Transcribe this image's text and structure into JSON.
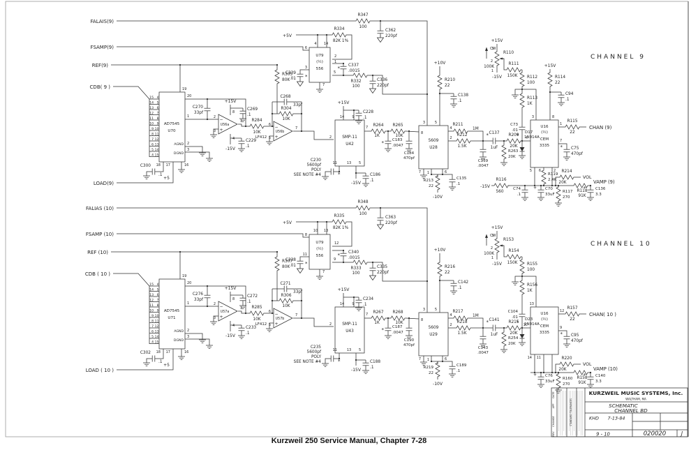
{
  "caption": "Kurzweil 250 Service Manual, Chapter 7-28",
  "marks": {
    "star": "*",
    "plus": "+",
    "minus": "−"
  },
  "power": {
    "p5v": "+5V",
    "p5": "+5",
    "p15": "+15V",
    "m15": "-15V",
    "p10": "+10V",
    "m10": "-10V",
    "cw": "CW"
  },
  "titleblock": {
    "company": "KURZWEIL MUSIC SYSTEMS, Inc.",
    "city": "WALTHAM, MA",
    "title1": "SCHEMATIC",
    "title2": "CHANNEL BD",
    "drawn": "KHD",
    "date": "7-13-84",
    "sheet": "9 - 10",
    "number": "020020",
    "rev": "J",
    "col_date": "DATE",
    "col_app": "APP",
    "col_change": "CHANGE",
    "col_rev": "REV",
    "tol": "STANDARD TOLERANCES"
  },
  "channels": [
    {
      "header": "CHANNEL 9",
      "signals": {
        "falais": "FALAIS(9)",
        "fsamp": "FSAMP(9)",
        "ref": "REF(9)",
        "cdb": "CDB( 9 )",
        "load": "LOAD(9)",
        "chan": "CHAN (9)",
        "vamp": "VAMP (9)",
        "vol": "VOL"
      },
      "ics": {
        "dac": [
          "AD7545",
          "U70"
        ],
        "opa": "U56a",
        "opb": "U56b",
        "lf": "LF412",
        "timer": [
          "U79",
          "(½)",
          "556"
        ],
        "smp": [
          "SMP-11",
          "U42"
        ],
        "sh": [
          "5609",
          "U28"
        ],
        "cem": [
          "U16",
          "(½)",
          "CEM",
          "3335"
        ]
      },
      "busL": [
        "15",
        "14",
        "13",
        "12",
        "11",
        "10",
        "9",
        "8",
        "7",
        "6",
        "5",
        "4"
      ],
      "busR": [
        "4",
        "5",
        "6",
        "7",
        "8",
        "9",
        "10",
        "11",
        "12",
        "13",
        "14",
        "15"
      ],
      "pins": {
        "dac19": "19",
        "dac20": "20",
        "dac1": "1",
        "agnd": "AGND",
        "agndn": "2",
        "dgnd": "DGND",
        "dgndn": "3",
        "dacb": [
          "18",
          "17",
          "16"
        ],
        "opaM": "2",
        "opaP": "3",
        "opaO": "1",
        "opaVp": "8",
        "opaVm": "4",
        "opbM": "6",
        "opbP": "5",
        "opbO": "7",
        "t6": "6",
        "t4": "4",
        "t14": "14",
        "t2": "2",
        "t1": "1",
        "t3": "3",
        "t5": "5",
        "t7": "7",
        "s14": "14",
        "s9": "9",
        "s2": "2",
        "s7": "7",
        "s11": "11",
        "s13": "13",
        "s5": "5",
        "h3": "3",
        "h5": "5",
        "h8": "8",
        "h4": "4",
        "h2": "2",
        "h7": "7",
        "h1": "1",
        "h6": "6",
        "cT1": "3",
        "cT2": "8",
        "cL": "4",
        "cO": "1",
        "cC": "7",
        "cB1": "5",
        "cB2": "6",
        "cB3": "2",
        "pot3": "3",
        "pot2": "2",
        "pot1": "1"
      },
      "parts": {
        "r347": [
          "R347",
          "100"
        ],
        "c362": [
          "C362",
          "220pf"
        ],
        "r334": [
          "R334",
          "82K 1%"
        ],
        "c337": [
          "C337",
          ".0015"
        ],
        "r332": [
          "R332",
          "100"
        ],
        "c336": [
          "C336",
          "220pf"
        ],
        "c339": [
          "C339",
          ".01"
        ],
        "c270": [
          "C270",
          "33pf"
        ],
        "c269": [
          "C269",
          ".1"
        ],
        "c229": [
          "C229",
          ".1"
        ],
        "r284": [
          "R284",
          "10K"
        ],
        "r305": [
          "R305",
          "80K"
        ],
        "c268": [
          "C268",
          "33pf"
        ],
        "r304": [
          "R304",
          "10K"
        ],
        "c300": [
          "C300",
          ".1"
        ],
        "c228": [
          "C228",
          ".1"
        ],
        "r264": [
          "R264",
          "1K"
        ],
        "r265": [
          "R265",
          "10K"
        ],
        "c183": [
          "C183",
          ".0047"
        ],
        "c184": [
          "C184",
          "470pf"
        ],
        "c230": [
          "C230",
          "5600pf",
          "POLY",
          "SEE NOTE #4"
        ],
        "c186": [
          "C186",
          ".1"
        ],
        "r210": [
          "R210",
          "22"
        ],
        "c138": [
          "C138",
          ".1"
        ],
        "r211": [
          "R211",
          "1M"
        ],
        "r212": [
          "R212",
          "1.5K"
        ],
        "c139": [
          "C139",
          ".0047"
        ],
        "c137": [
          "C137",
          "1uF"
        ],
        "r263": [
          "R263",
          "20K"
        ],
        "r209": [
          "R209",
          "20K"
        ],
        "d17": [
          "D17",
          "1N914A"
        ],
        "r213": [
          "R213",
          "22"
        ],
        "c135": [
          "C135",
          ".1"
        ],
        "pot": [
          "R110",
          "100K"
        ],
        "r111": [
          "R111",
          "150K"
        ],
        "r112": [
          "R112",
          "100"
        ],
        "r113": [
          "R113",
          "1K"
        ],
        "c73": [
          "C73",
          ".01"
        ],
        "r114": [
          "R114",
          "22"
        ],
        "c94": [
          "C94",
          ".1"
        ],
        "r115": [
          "R115",
          "22"
        ],
        "c75": [
          "C75",
          "470pf"
        ],
        "r119": [
          "R119",
          "2.4K"
        ],
        "r116": [
          "R116",
          "560"
        ],
        "c74": [
          "C74",
          ".1"
        ],
        "c70": [
          "C70",
          "33uF"
        ],
        "r117": [
          "R117",
          "270"
        ],
        "r214": [
          "R214",
          "20K"
        ],
        "r118": [
          "R118",
          "91K"
        ],
        "c136": [
          "C136",
          "3.3"
        ]
      }
    },
    {
      "header": "CHANNEL 10",
      "signals": {
        "falais": "FALIAS (10)",
        "fsamp": "FSAMP (10)",
        "ref": "REF (10)",
        "cdb": "CDB ( 10 )",
        "load": "LOAD ( 10 )",
        "chan": "CHAN( 10 )",
        "vamp": "VAMP (10)",
        "vol": "VOL"
      },
      "ics": {
        "dac": [
          "AD7545",
          "U71"
        ],
        "opa": "U57a",
        "opb": "U57b",
        "lf": "LF412",
        "timer": [
          "U79",
          "(½)",
          "556"
        ],
        "smp": [
          "SMP-11",
          "U43"
        ],
        "sh": [
          "5609",
          "U29"
        ],
        "cem": [
          "U16",
          "(½)",
          "CEM",
          "3335"
        ]
      },
      "busL": [
        "15",
        "14",
        "13",
        "12",
        "11",
        "10",
        "9",
        "8",
        "7",
        "6",
        "5",
        "4"
      ],
      "busR": [
        "4",
        "5",
        "6",
        "7",
        "8",
        "9",
        "10",
        "11",
        "12",
        "13",
        "14",
        "15"
      ],
      "pins": {
        "dac19": "19",
        "dac20": "20",
        "dac1": "1",
        "agnd": "AGND",
        "agndn": "2",
        "dgnd": "DGND",
        "dgndn": "3",
        "dacb": [
          "18",
          "17",
          "16"
        ],
        "opaM": "2",
        "opaP": "3",
        "opaO": "1",
        "opaVp": "8",
        "opaVm": "4",
        "opbM": "6",
        "opbP": "5",
        "opbO": "7",
        "t6": "8",
        "t4": "10",
        "t14": "13",
        "t2": "12",
        "t1": "",
        "t3": "11",
        "t5": "9",
        "t7": "7",
        "s14": "14",
        "s9": "9",
        "s2": "2",
        "s7": "7",
        "s11": "11",
        "s13": "13",
        "s5": "5",
        "h3": "3",
        "h5": "5",
        "h8": "8",
        "h4": "4",
        "h2": "2",
        "h7": "7",
        "h1": "1",
        "h6": "6",
        "cT1": "13",
        "cT2": "",
        "cL": "10",
        "cO": "12",
        "cC": "9",
        "cB1": "14",
        "cB2": "11",
        "cB3": "",
        "pot3": "3",
        "pot2": "2",
        "pot1": "1"
      },
      "parts": {
        "r347": [
          "R348",
          "100"
        ],
        "c362": [
          "C363",
          "220pf"
        ],
        "r334": [
          "R335",
          "82K 1%"
        ],
        "c337": [
          "C340",
          ".0015"
        ],
        "r332": [
          "R333",
          "100"
        ],
        "c336": [
          "C335",
          "220pf"
        ],
        "c339": [
          "C338",
          ".01"
        ],
        "c270": [
          "C276",
          "33pf"
        ],
        "c269": [
          "C272",
          ".1"
        ],
        "c229": [
          "C233",
          ".1"
        ],
        "r284": [
          "R285",
          "10K"
        ],
        "r305": [
          "R307",
          "80K"
        ],
        "c268": [
          "C271",
          "33pf"
        ],
        "r304": [
          "R306",
          "10K"
        ],
        "c300": [
          "C302",
          ".1"
        ],
        "c228": [
          "C234",
          ".1"
        ],
        "r264": [
          "R267",
          "1K"
        ],
        "r265": [
          "R268",
          "10K"
        ],
        "c183": [
          "C187",
          ".0047"
        ],
        "c184": [
          "C190",
          "470pf"
        ],
        "c230": [
          "C235",
          "5600pf",
          "POLY",
          "SEE NOTE #4"
        ],
        "c186": [
          "C188",
          ".1"
        ],
        "r210": [
          "R216",
          "22"
        ],
        "c138": [
          "C142",
          ".1"
        ],
        "r211": [
          "R217",
          "1M"
        ],
        "r212": [
          "R218",
          "1.5K"
        ],
        "c139": [
          "C143",
          ".0047"
        ],
        "c137": [
          "C141",
          "1uF"
        ],
        "r263": [
          "R254",
          "20K"
        ],
        "r209": [
          "R215",
          "20K"
        ],
        "d17": [
          "D23",
          "1N914A"
        ],
        "r213": [
          "R219",
          "22"
        ],
        "c135": [
          "C189",
          ".1"
        ],
        "pot": [
          "R153",
          "100K"
        ],
        "r111": [
          "R154",
          "150K"
        ],
        "r112": [
          "R155",
          "100"
        ],
        "r113": [
          "R156",
          "1K"
        ],
        "c73": [
          "C104",
          ".01"
        ],
        "r114": null,
        "c94": null,
        "r115": [
          "R157",
          "22"
        ],
        "c75": [
          "C95",
          "470pf"
        ],
        "r119": null,
        "r116": null,
        "c74": null,
        "c70": [
          "C76",
          "33uF"
        ],
        "r117": [
          "R160",
          "270"
        ],
        "r214": [
          "R220",
          "20K"
        ],
        "r118": [
          "R158",
          "91K"
        ],
        "c136": [
          "C140",
          "3.3"
        ]
      }
    }
  ]
}
